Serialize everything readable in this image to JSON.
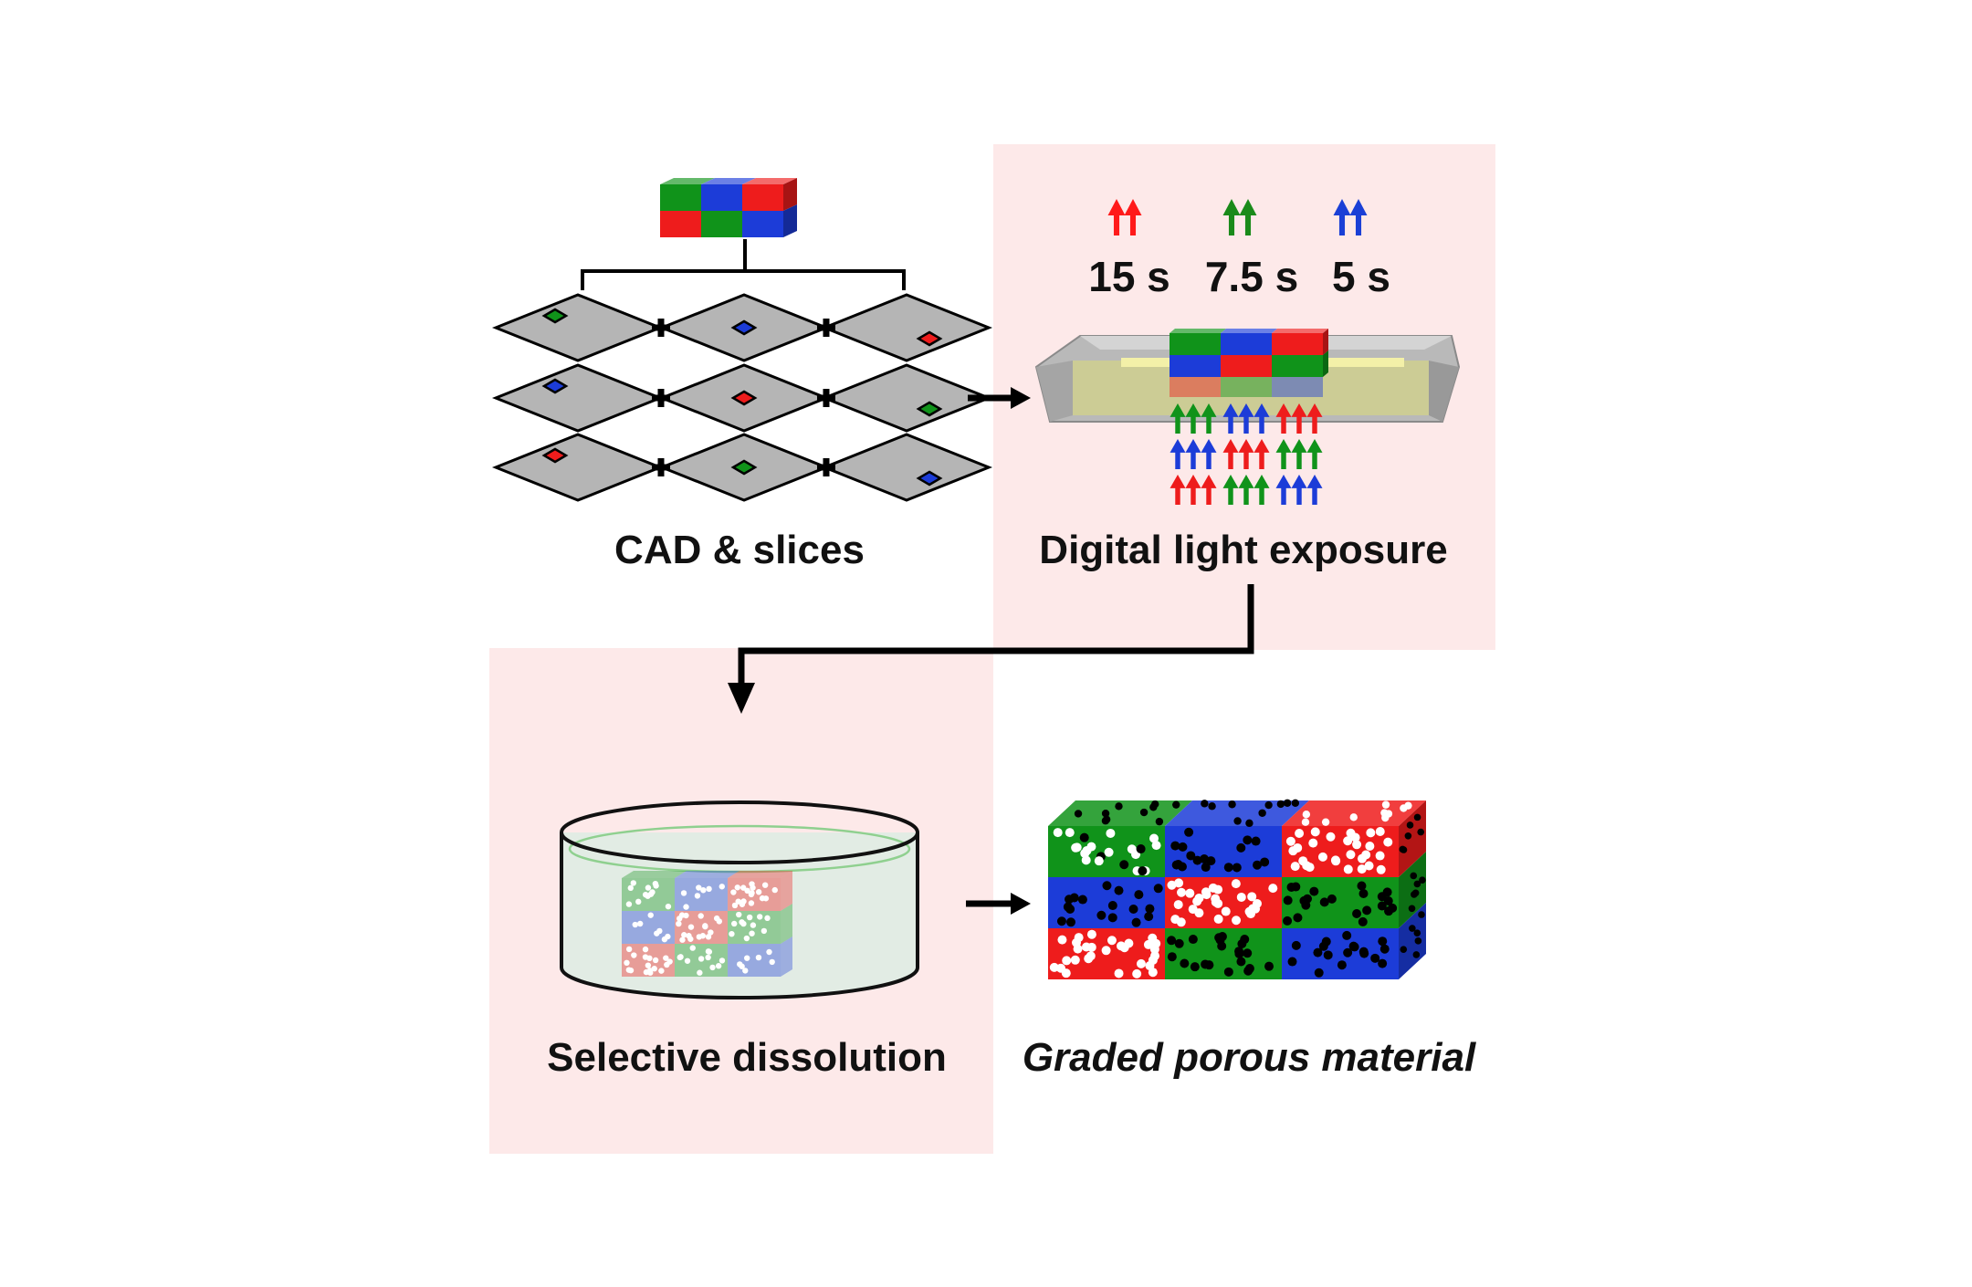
{
  "steps": {
    "cad": {
      "label": "CAD & slices"
    },
    "exposure": {
      "label": "Digital light exposure"
    },
    "dissolution": {
      "label": "Selective dissolution"
    },
    "result": {
      "label": "Graded porous material"
    }
  },
  "exposure_times": [
    {
      "color_name": "red",
      "color": "#ff1a1a",
      "value": "15 s"
    },
    {
      "color_name": "green",
      "color": "#1a8a1a",
      "value": "7.5 s"
    },
    {
      "color_name": "blue",
      "color": "#1a3fd6",
      "value": "5 s"
    }
  ],
  "colors": {
    "red": "#ee1c1c",
    "green": "#10931a",
    "blue": "#1c3cd8",
    "panel_background": "#fde9e9",
    "slice_gray": "#b5b5b5",
    "arrow": "#000000"
  },
  "slices": [
    [
      "green",
      "blue",
      "red"
    ],
    [
      "blue",
      "red",
      "green"
    ],
    [
      "red",
      "green",
      "blue"
    ]
  ],
  "light_arrow_rows": [
    [
      "green",
      "blue",
      "red"
    ],
    [
      "blue",
      "red",
      "green"
    ],
    [
      "red",
      "green",
      "blue"
    ]
  ],
  "icons": {
    "slice": "diamond-slice-icon",
    "plus": "plus-icon",
    "vat": "resin-vat-icon",
    "dish": "dissolution-dish-icon"
  }
}
